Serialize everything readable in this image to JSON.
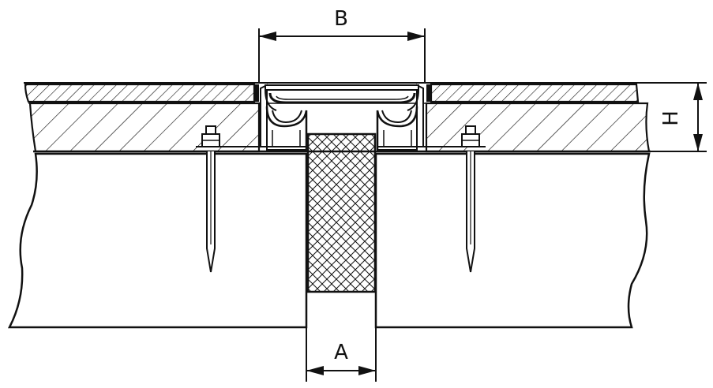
{
  "labels": {
    "dimension_a": "A",
    "dimension_b": "B",
    "dimension_h": "H"
  },
  "colors": {
    "line": "#111111",
    "background": "#ffffff"
  }
}
